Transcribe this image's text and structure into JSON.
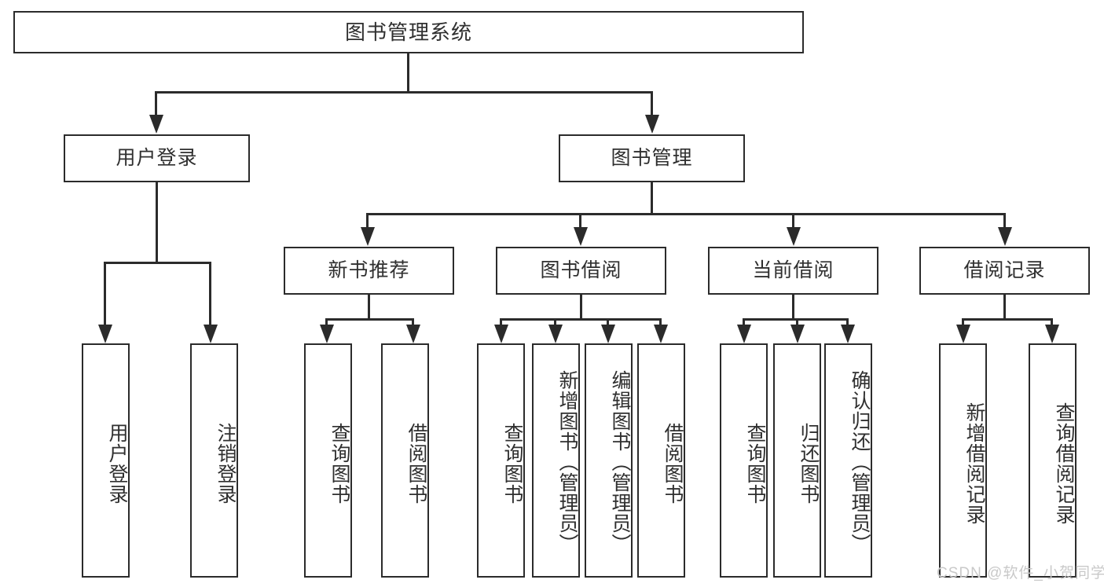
{
  "diagram": {
    "type": "tree-hierarchy-chart",
    "title": "图书管理系统",
    "root": {
      "id": "root",
      "label": "图书管理系统"
    },
    "level2": [
      {
        "id": "user-login",
        "label": "用户登录"
      },
      {
        "id": "book-manage",
        "label": "图书管理"
      }
    ],
    "level3": [
      {
        "id": "new-book-rec",
        "label": "新书推荐",
        "parent": "book-manage"
      },
      {
        "id": "book-borrow",
        "label": "图书借阅",
        "parent": "book-manage"
      },
      {
        "id": "current-borrow",
        "label": "当前借阅",
        "parent": "book-manage"
      },
      {
        "id": "borrow-record",
        "label": "借阅记录",
        "parent": "book-manage"
      }
    ],
    "leaves": [
      {
        "id": "leaf-user-login",
        "label": "用户登录",
        "parent": "user-login"
      },
      {
        "id": "leaf-logout",
        "label": "注销登录",
        "parent": "user-login"
      },
      {
        "id": "leaf-query-book-1",
        "label": "查询图书",
        "parent": "new-book-rec"
      },
      {
        "id": "leaf-borrow-book-1",
        "label": "借阅图书",
        "parent": "new-book-rec"
      },
      {
        "id": "leaf-query-book-2",
        "label": "查询图书",
        "parent": "book-borrow"
      },
      {
        "id": "leaf-add-book",
        "label": "新增图书（管理员）",
        "parent": "book-borrow"
      },
      {
        "id": "leaf-edit-book",
        "label": "编辑图书（管理员）",
        "parent": "book-borrow"
      },
      {
        "id": "leaf-borrow-book-2",
        "label": "借阅图书",
        "parent": "book-borrow"
      },
      {
        "id": "leaf-query-book-3",
        "label": "查询图书",
        "parent": "current-borrow"
      },
      {
        "id": "leaf-return-book",
        "label": "归还图书",
        "parent": "current-borrow"
      },
      {
        "id": "leaf-confirm-return",
        "label": "确认归还（管理员）",
        "parent": "current-borrow"
      },
      {
        "id": "leaf-add-record",
        "label": "新增借阅记录",
        "parent": "borrow-record"
      },
      {
        "id": "leaf-query-record",
        "label": "查询借阅记录",
        "parent": "borrow-record"
      }
    ],
    "colors": {
      "stroke": "#2b2b2b",
      "text": "#2f2f2f",
      "background": "#ffffff",
      "watermark": "#c9c9c9"
    }
  },
  "watermark": {
    "text": "CSDN @软件_小贺同学"
  }
}
